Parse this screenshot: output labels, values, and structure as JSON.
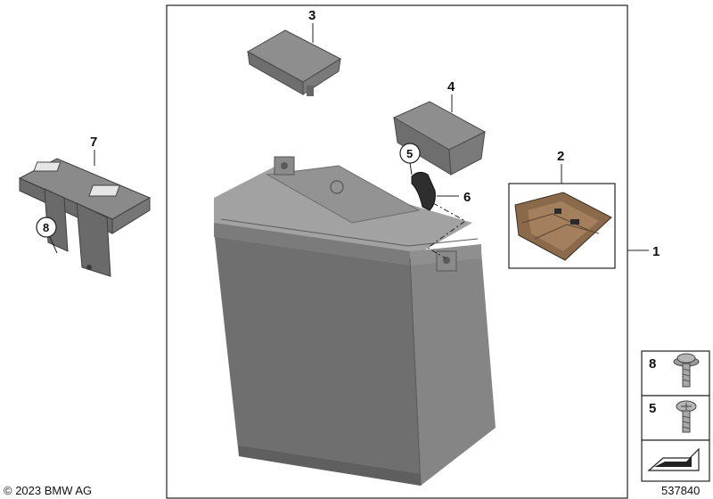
{
  "callouts": {
    "c1": "1",
    "c2": "2",
    "c3": "3",
    "c4": "4",
    "c5": "5",
    "c6": "6",
    "c7": "7",
    "c8": "8"
  },
  "fastener_legend": {
    "item_a": "8",
    "item_b": "5"
  },
  "copyright": "© 2023 BMW AG",
  "diagram_number": "537840",
  "colors": {
    "battery_body": "#7d7d7d",
    "battery_dark": "#5e5e5e",
    "battery_light": "#9a9a9a",
    "pouch": "#8a6a4a"
  }
}
